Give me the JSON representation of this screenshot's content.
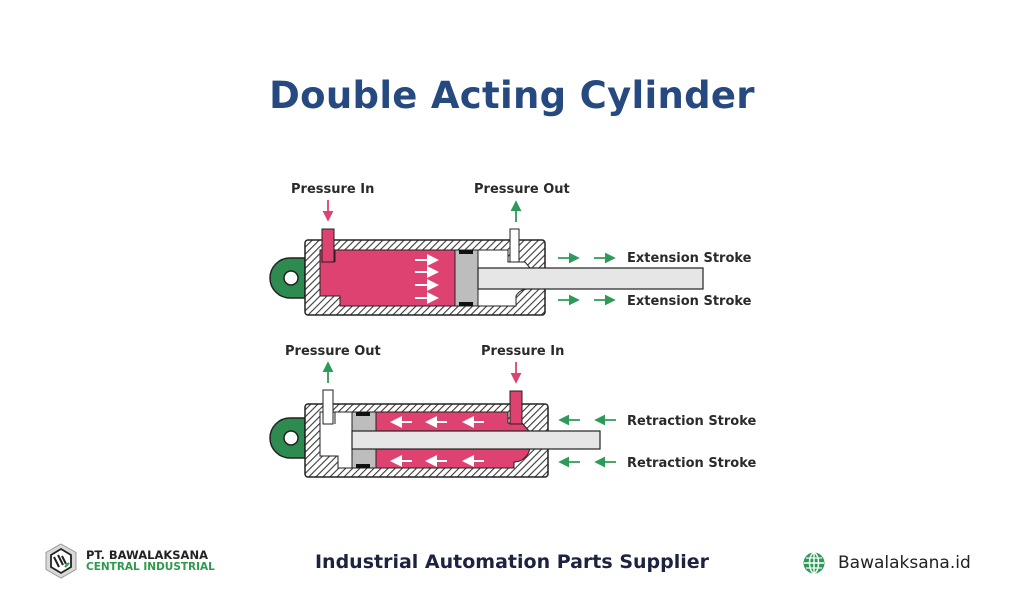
{
  "title": "Double Acting Cylinder",
  "colors": {
    "title": "#264a7f",
    "pressure_fluid": "#de4270",
    "mount": "#2e8b4f",
    "arrow_green": "#2e9a5a",
    "arrow_pink": "#de4270"
  },
  "extension": {
    "pressure_in_label": "Pressure In",
    "pressure_out_label": "Pressure Out",
    "stroke_labels": [
      "Extension Stroke",
      "Extension Stroke"
    ]
  },
  "retraction": {
    "pressure_out_label": "Pressure Out",
    "pressure_in_label": "Pressure In",
    "stroke_labels": [
      "Retraction Stroke",
      "Retraction Stroke"
    ]
  },
  "footer": {
    "company_line1": "PT. BAWALAKSANA",
    "company_line2": "CENTRAL INDUSTRIAL",
    "tagline": "Industrial Automation Parts Supplier",
    "website": "Bawalaksana.id"
  }
}
